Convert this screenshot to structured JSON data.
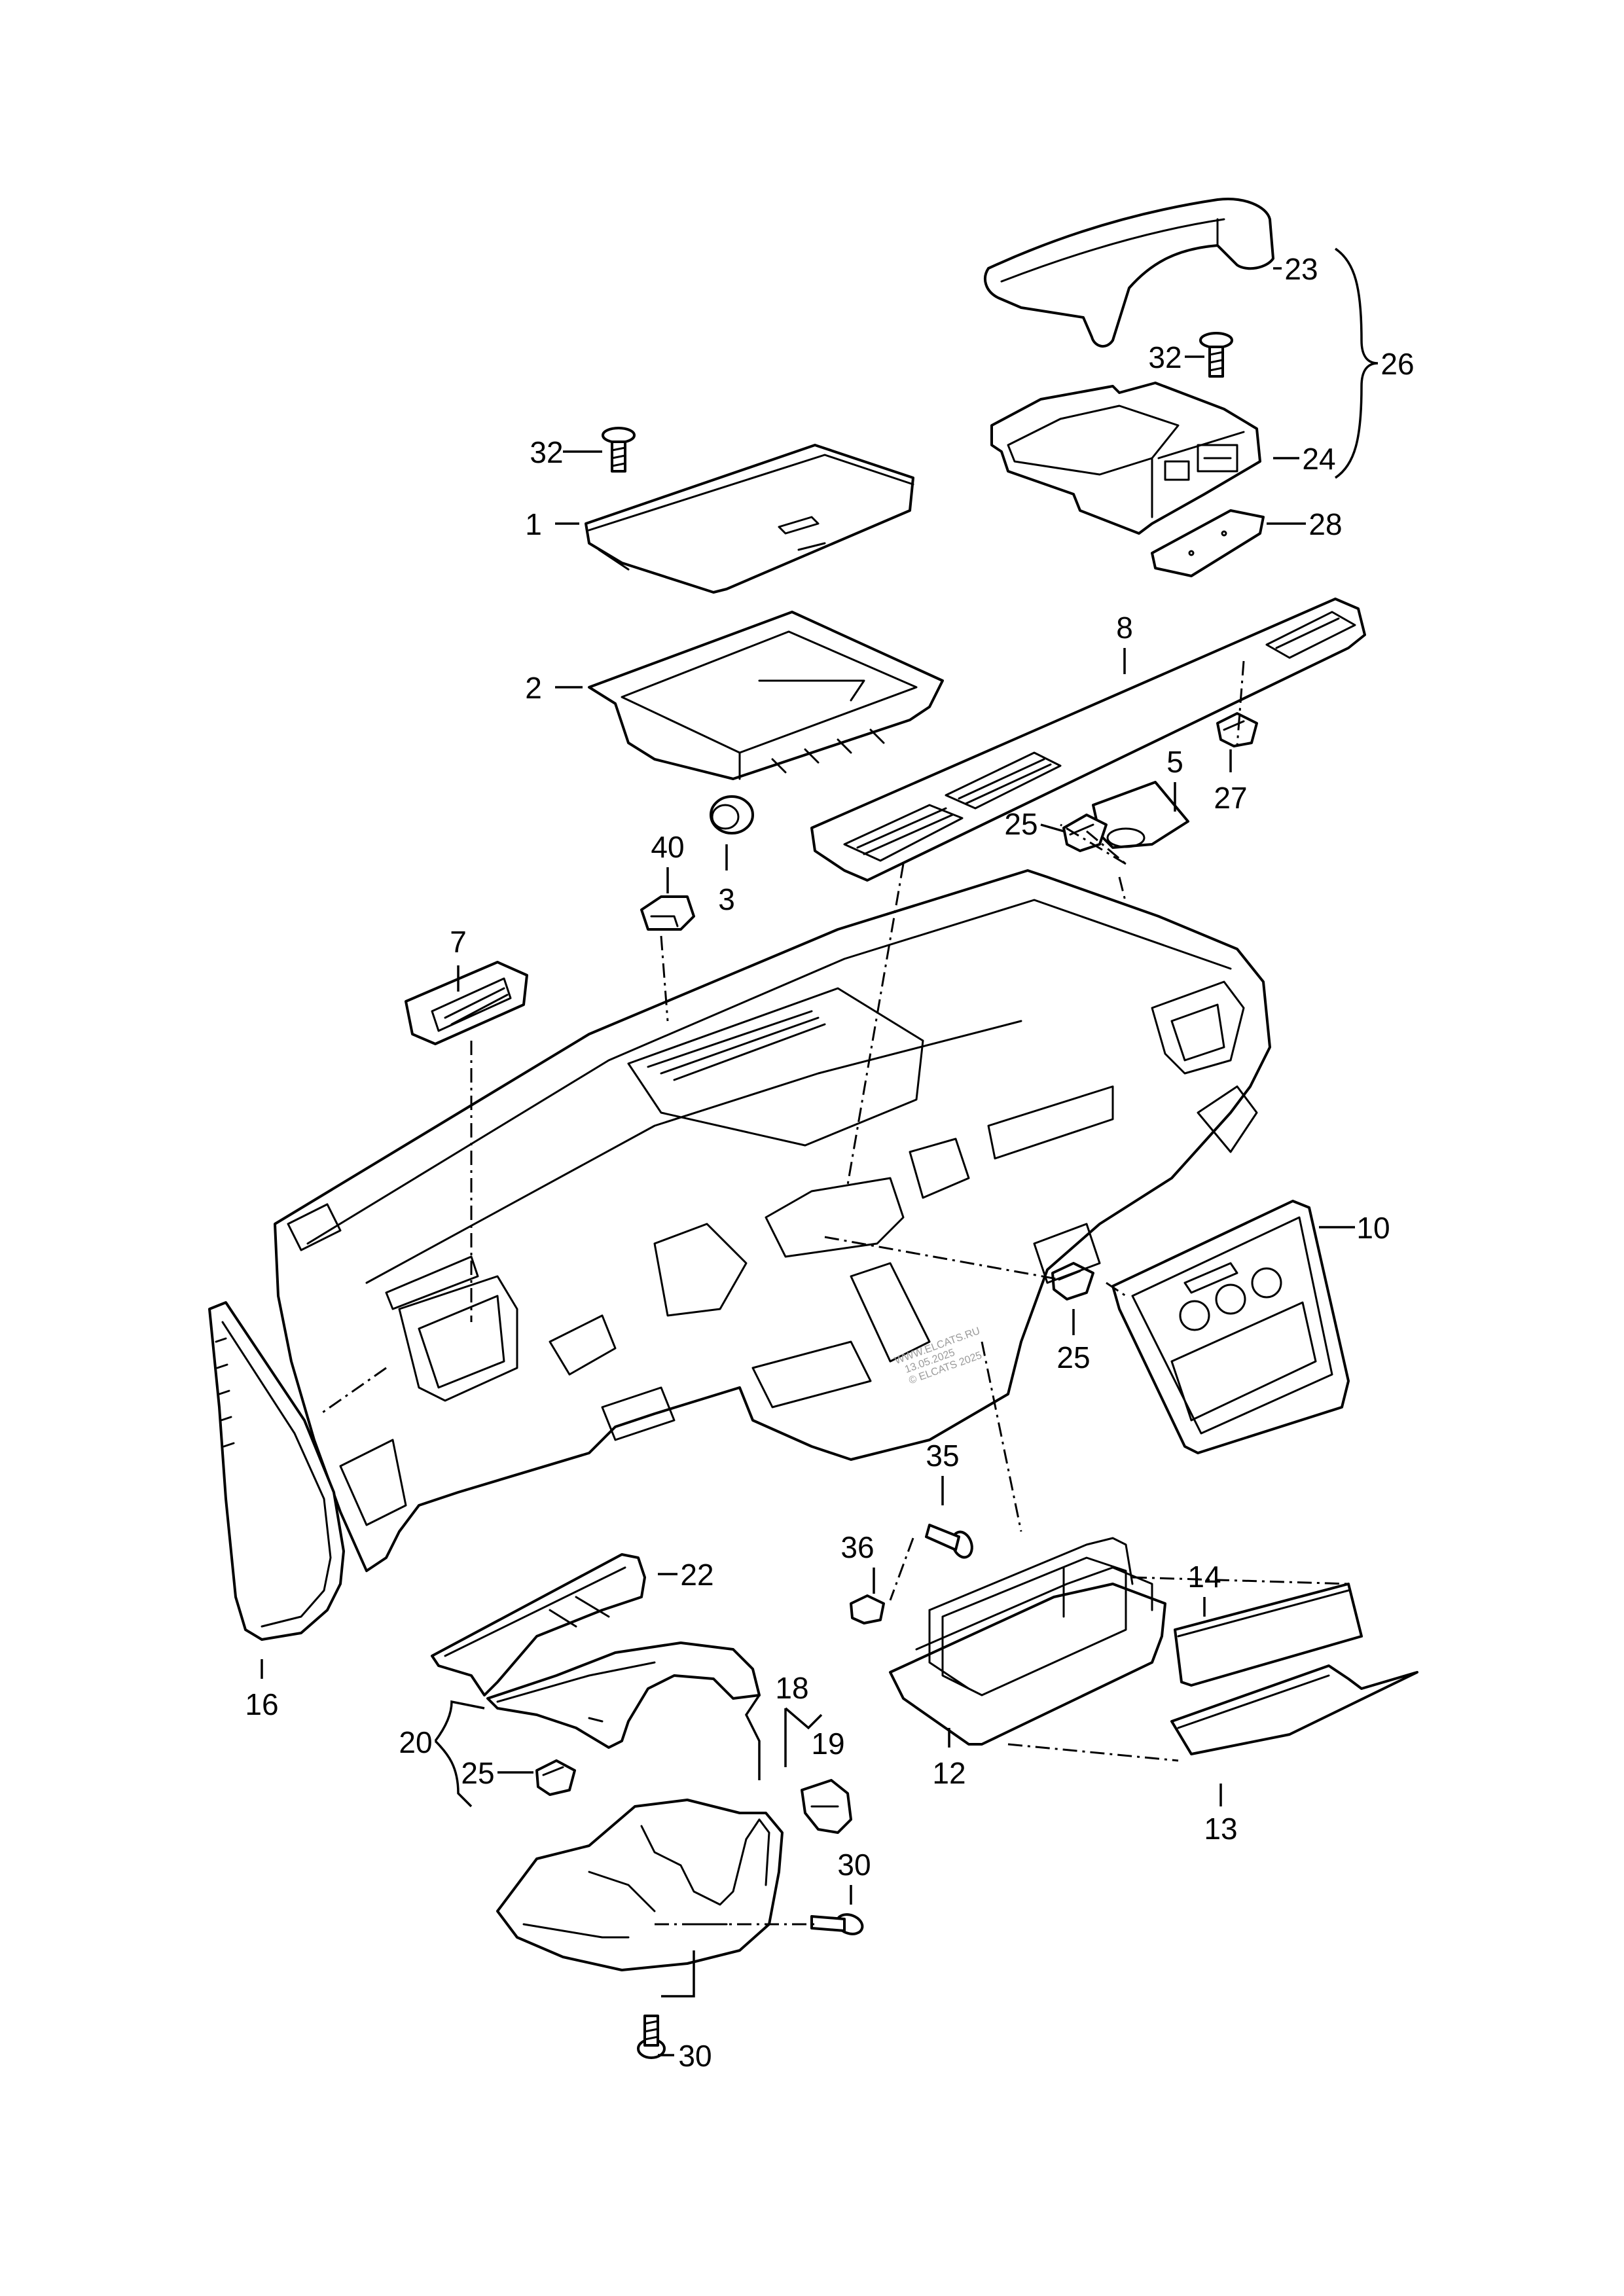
{
  "diagram": {
    "callouts": {
      "c1": "1",
      "c2": "2",
      "c3": "3",
      "c5": "5",
      "c7": "7",
      "c8": "8",
      "c10": "10",
      "c12": "12",
      "c13": "13",
      "c14": "14",
      "c16": "16",
      "c18": "18",
      "c19": "19",
      "c20": "20",
      "c22": "22",
      "c23": "23",
      "c24": "24",
      "c25a": "25",
      "c25b": "25",
      "c25c": "25",
      "c26": "26",
      "c27": "27",
      "c28": "28",
      "c30a": "30",
      "c30b": "30",
      "c32a": "32",
      "c32b": "32",
      "c35": "35",
      "c36": "36",
      "c40": "40"
    },
    "watermark": {
      "line1": "WWW.ELCATS.RU",
      "line2": "13.05.2025",
      "line3": "© ELCATS 2025"
    },
    "colors": {
      "line": "#000000",
      "background": "#ffffff",
      "watermark": "#9a9a9a"
    }
  }
}
